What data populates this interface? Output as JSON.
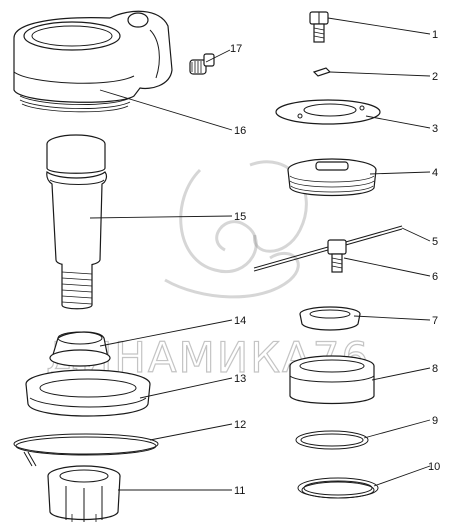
{
  "watermark": {
    "text": "ДИНАМИКА76"
  },
  "callouts": [
    {
      "id": "1",
      "label": "1"
    },
    {
      "id": "2",
      "label": "2"
    },
    {
      "id": "3",
      "label": "3"
    },
    {
      "id": "4",
      "label": "4"
    },
    {
      "id": "5",
      "label": "5"
    },
    {
      "id": "6",
      "label": "6"
    },
    {
      "id": "7",
      "label": "7"
    },
    {
      "id": "8",
      "label": "8"
    },
    {
      "id": "9",
      "label": "9"
    },
    {
      "id": "10",
      "label": "10"
    },
    {
      "id": "11",
      "label": "11"
    },
    {
      "id": "12",
      "label": "12"
    },
    {
      "id": "13",
      "label": "13"
    },
    {
      "id": "14",
      "label": "14"
    },
    {
      "id": "15",
      "label": "15"
    },
    {
      "id": "16",
      "label": "16"
    },
    {
      "id": "17",
      "label": "17"
    }
  ],
  "colors": {
    "line": "#1a1a1a",
    "watermark": "#8a8a8a",
    "background": "#ffffff"
  }
}
